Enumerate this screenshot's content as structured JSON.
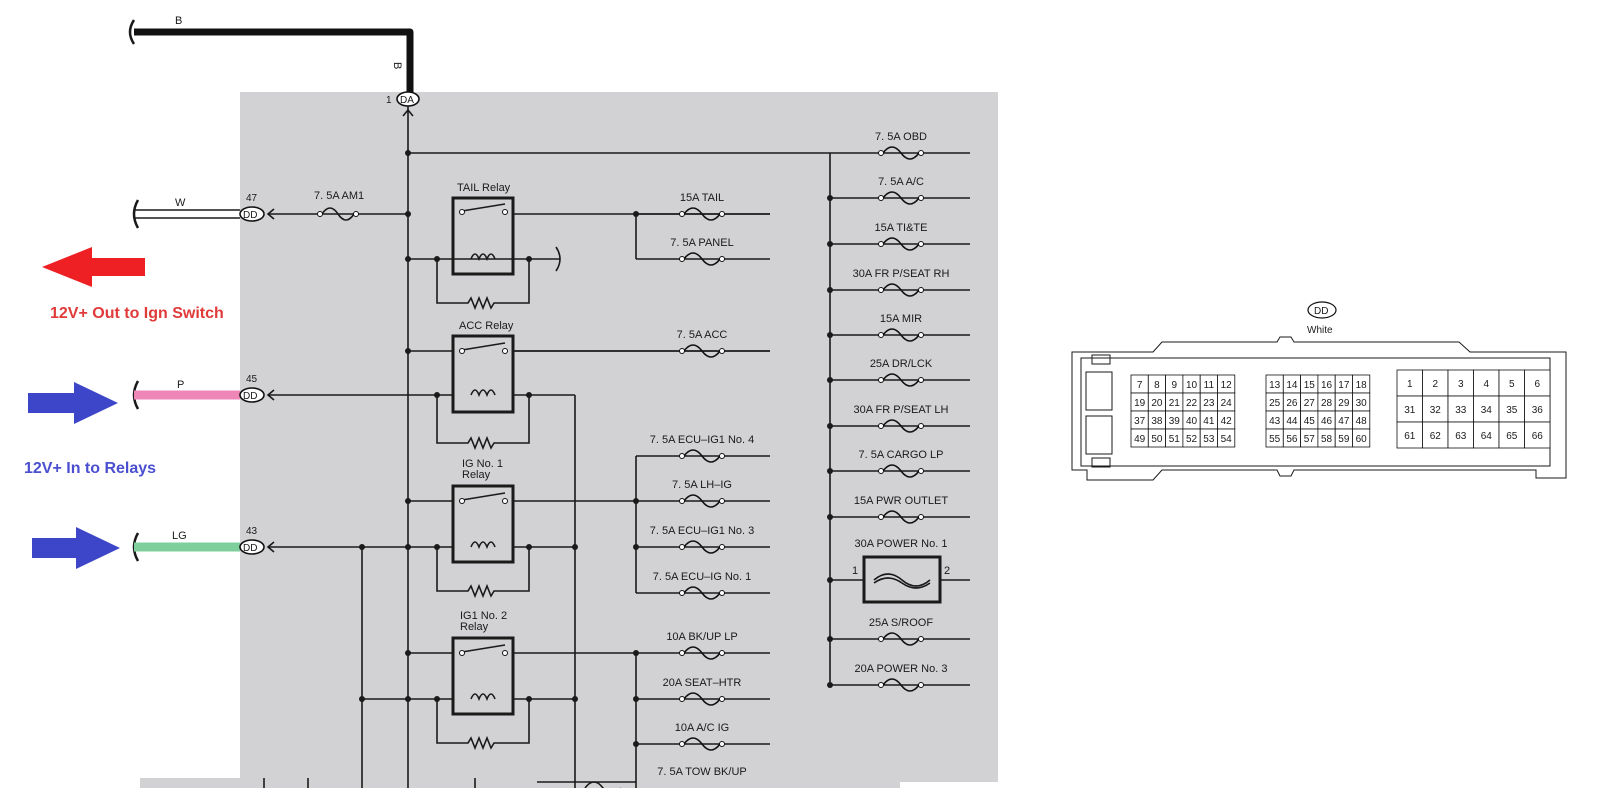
{
  "wires": {
    "b_top": "B",
    "b_vertical": "B",
    "w": "W",
    "p": "P",
    "lg": "LG"
  },
  "connectors": {
    "da": {
      "pin": "1",
      "code": "DA"
    },
    "am1_in": {
      "pin": "47",
      "code": "DD"
    },
    "p_in": {
      "pin": "45",
      "code": "DD"
    },
    "lg_in": {
      "pin": "43",
      "code": "DD"
    }
  },
  "relays": [
    {
      "label": "TAIL Relay"
    },
    {
      "label": "ACC Relay"
    },
    {
      "label": "IG No. 1",
      "label2": "Relay"
    },
    {
      "label": "IG1 No. 2",
      "label2": "Relay"
    }
  ],
  "fuses_left": [
    "7. 5A AM1"
  ],
  "fuses_mid": [
    "15A TAIL",
    "7. 5A PANEL",
    "7. 5A ACC",
    "7. 5A ECU–IG1 No. 4",
    "7. 5A LH–IG",
    "7. 5A ECU–IG1 No. 3",
    "7. 5A ECU–IG No. 1",
    "10A BK/UP LP",
    "20A SEAT–HTR",
    "10A A/C IG",
    "7. 5A TOW BK/UP"
  ],
  "fuses_right": [
    "7. 5A OBD",
    "7. 5A A/C",
    "15A TI&TE",
    "30A FR P/SEAT RH",
    "15A MIR",
    "25A DR/LCK",
    "30A FR P/SEAT LH",
    "7. 5A CARGO LP",
    "15A PWR OUTLET",
    "30A POWER No. 1",
    "25A S/ROOF",
    "20A POWER No. 3"
  ],
  "power_no1_pins": [
    "1",
    "2"
  ],
  "annotations": {
    "out": "12V+ Out to Ign Switch",
    "in": "12V+ In to Relays"
  },
  "connector_view": {
    "code": "DD",
    "color": "White",
    "block1": [
      [
        "7",
        "8",
        "9",
        "10",
        "11",
        "12"
      ],
      [
        "19",
        "20",
        "21",
        "22",
        "23",
        "24"
      ],
      [
        "37",
        "38",
        "39",
        "40",
        "41",
        "42"
      ],
      [
        "49",
        "50",
        "51",
        "52",
        "53",
        "54"
      ]
    ],
    "block2": [
      [
        "13",
        "14",
        "15",
        "16",
        "17",
        "18"
      ],
      [
        "25",
        "26",
        "27",
        "28",
        "29",
        "30"
      ],
      [
        "43",
        "44",
        "45",
        "46",
        "47",
        "48"
      ],
      [
        "55",
        "56",
        "57",
        "58",
        "59",
        "60"
      ]
    ],
    "block3": [
      [
        "1",
        "2",
        "3",
        "4",
        "5",
        "6"
      ],
      [
        "31",
        "32",
        "33",
        "34",
        "35",
        "36"
      ],
      [
        "61",
        "62",
        "63",
        "64",
        "65",
        "66"
      ]
    ]
  },
  "colors": {
    "panel": "#d2d2d4",
    "wire_pink": "#ef86b8",
    "wire_green": "#7fcf9c",
    "arrow_red": "#ee2024",
    "arrow_blue": "#3d46c8",
    "text_red": "#e03a3a",
    "text_blue": "#4a4fd0"
  }
}
